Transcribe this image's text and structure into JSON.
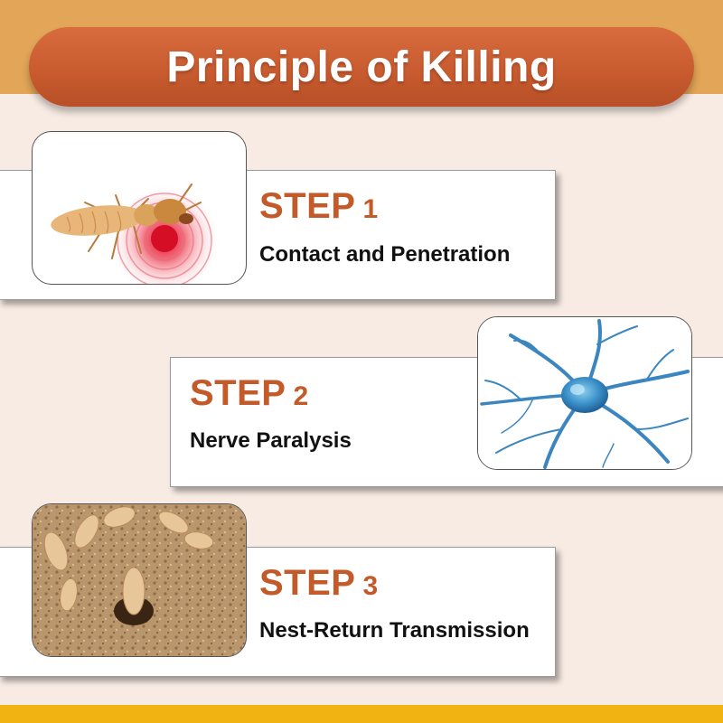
{
  "title": "Principle of Killing",
  "steps": [
    {
      "label": "STEP",
      "number": "1",
      "description": "Contact and Penetration",
      "image": "termite-contact-icon"
    },
    {
      "label": "STEP",
      "number": "2",
      "description": "Nerve Paralysis",
      "image": "neuron-icon"
    },
    {
      "label": "STEP",
      "number": "3",
      "description": "Nest-Return Transmission",
      "image": "termite-nest-icon"
    }
  ],
  "colors": {
    "top_band": "#e3a557",
    "title_pill": "#c75a2e",
    "step_title": "#c25a2a",
    "background": "#f8ebe4",
    "bottom_band": "#f0b312"
  }
}
